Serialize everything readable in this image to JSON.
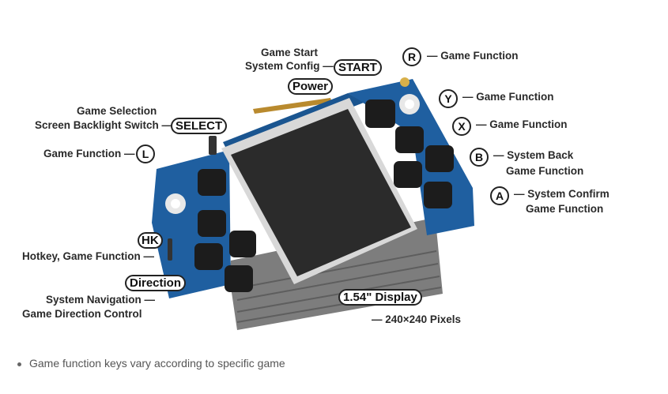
{
  "labels": {
    "game_start": "Game Start",
    "system_config": "System Config —",
    "start_pill": "START",
    "power_pill": "Power",
    "r_button": "R",
    "r_desc": "— Game Function",
    "y_button": "Y",
    "y_desc": "— Game Function",
    "x_button": "X",
    "x_desc": "— Game Function",
    "b_button": "B",
    "b_desc_1": "— System Back",
    "b_desc_2": "Game Function",
    "a_button": "A",
    "a_desc_1": "— System Confirm",
    "a_desc_2": "Game Function",
    "game_selection": "Game Selection",
    "screen_backlight": "Screen Backlight Switch —",
    "select_pill": "SELECT",
    "l_desc": "Game Function —",
    "l_button": "L",
    "hk_pill": "HK",
    "hk_desc": "Hotkey, Game Function —",
    "direction_pill": "Direction",
    "direction_desc_1": "System Navigation —",
    "direction_desc_2": "Game Direction Control",
    "display_pill": "1.54\" Display",
    "display_desc": "— 240×240 Pixels"
  },
  "note": "Game function keys vary according to specific game",
  "colors": {
    "pcb": "#1f5fa0",
    "pcb_dark": "#174a80",
    "screen": "#2b2b2b",
    "button": "#1c1c1c",
    "housing": "#8a8a8a"
  }
}
